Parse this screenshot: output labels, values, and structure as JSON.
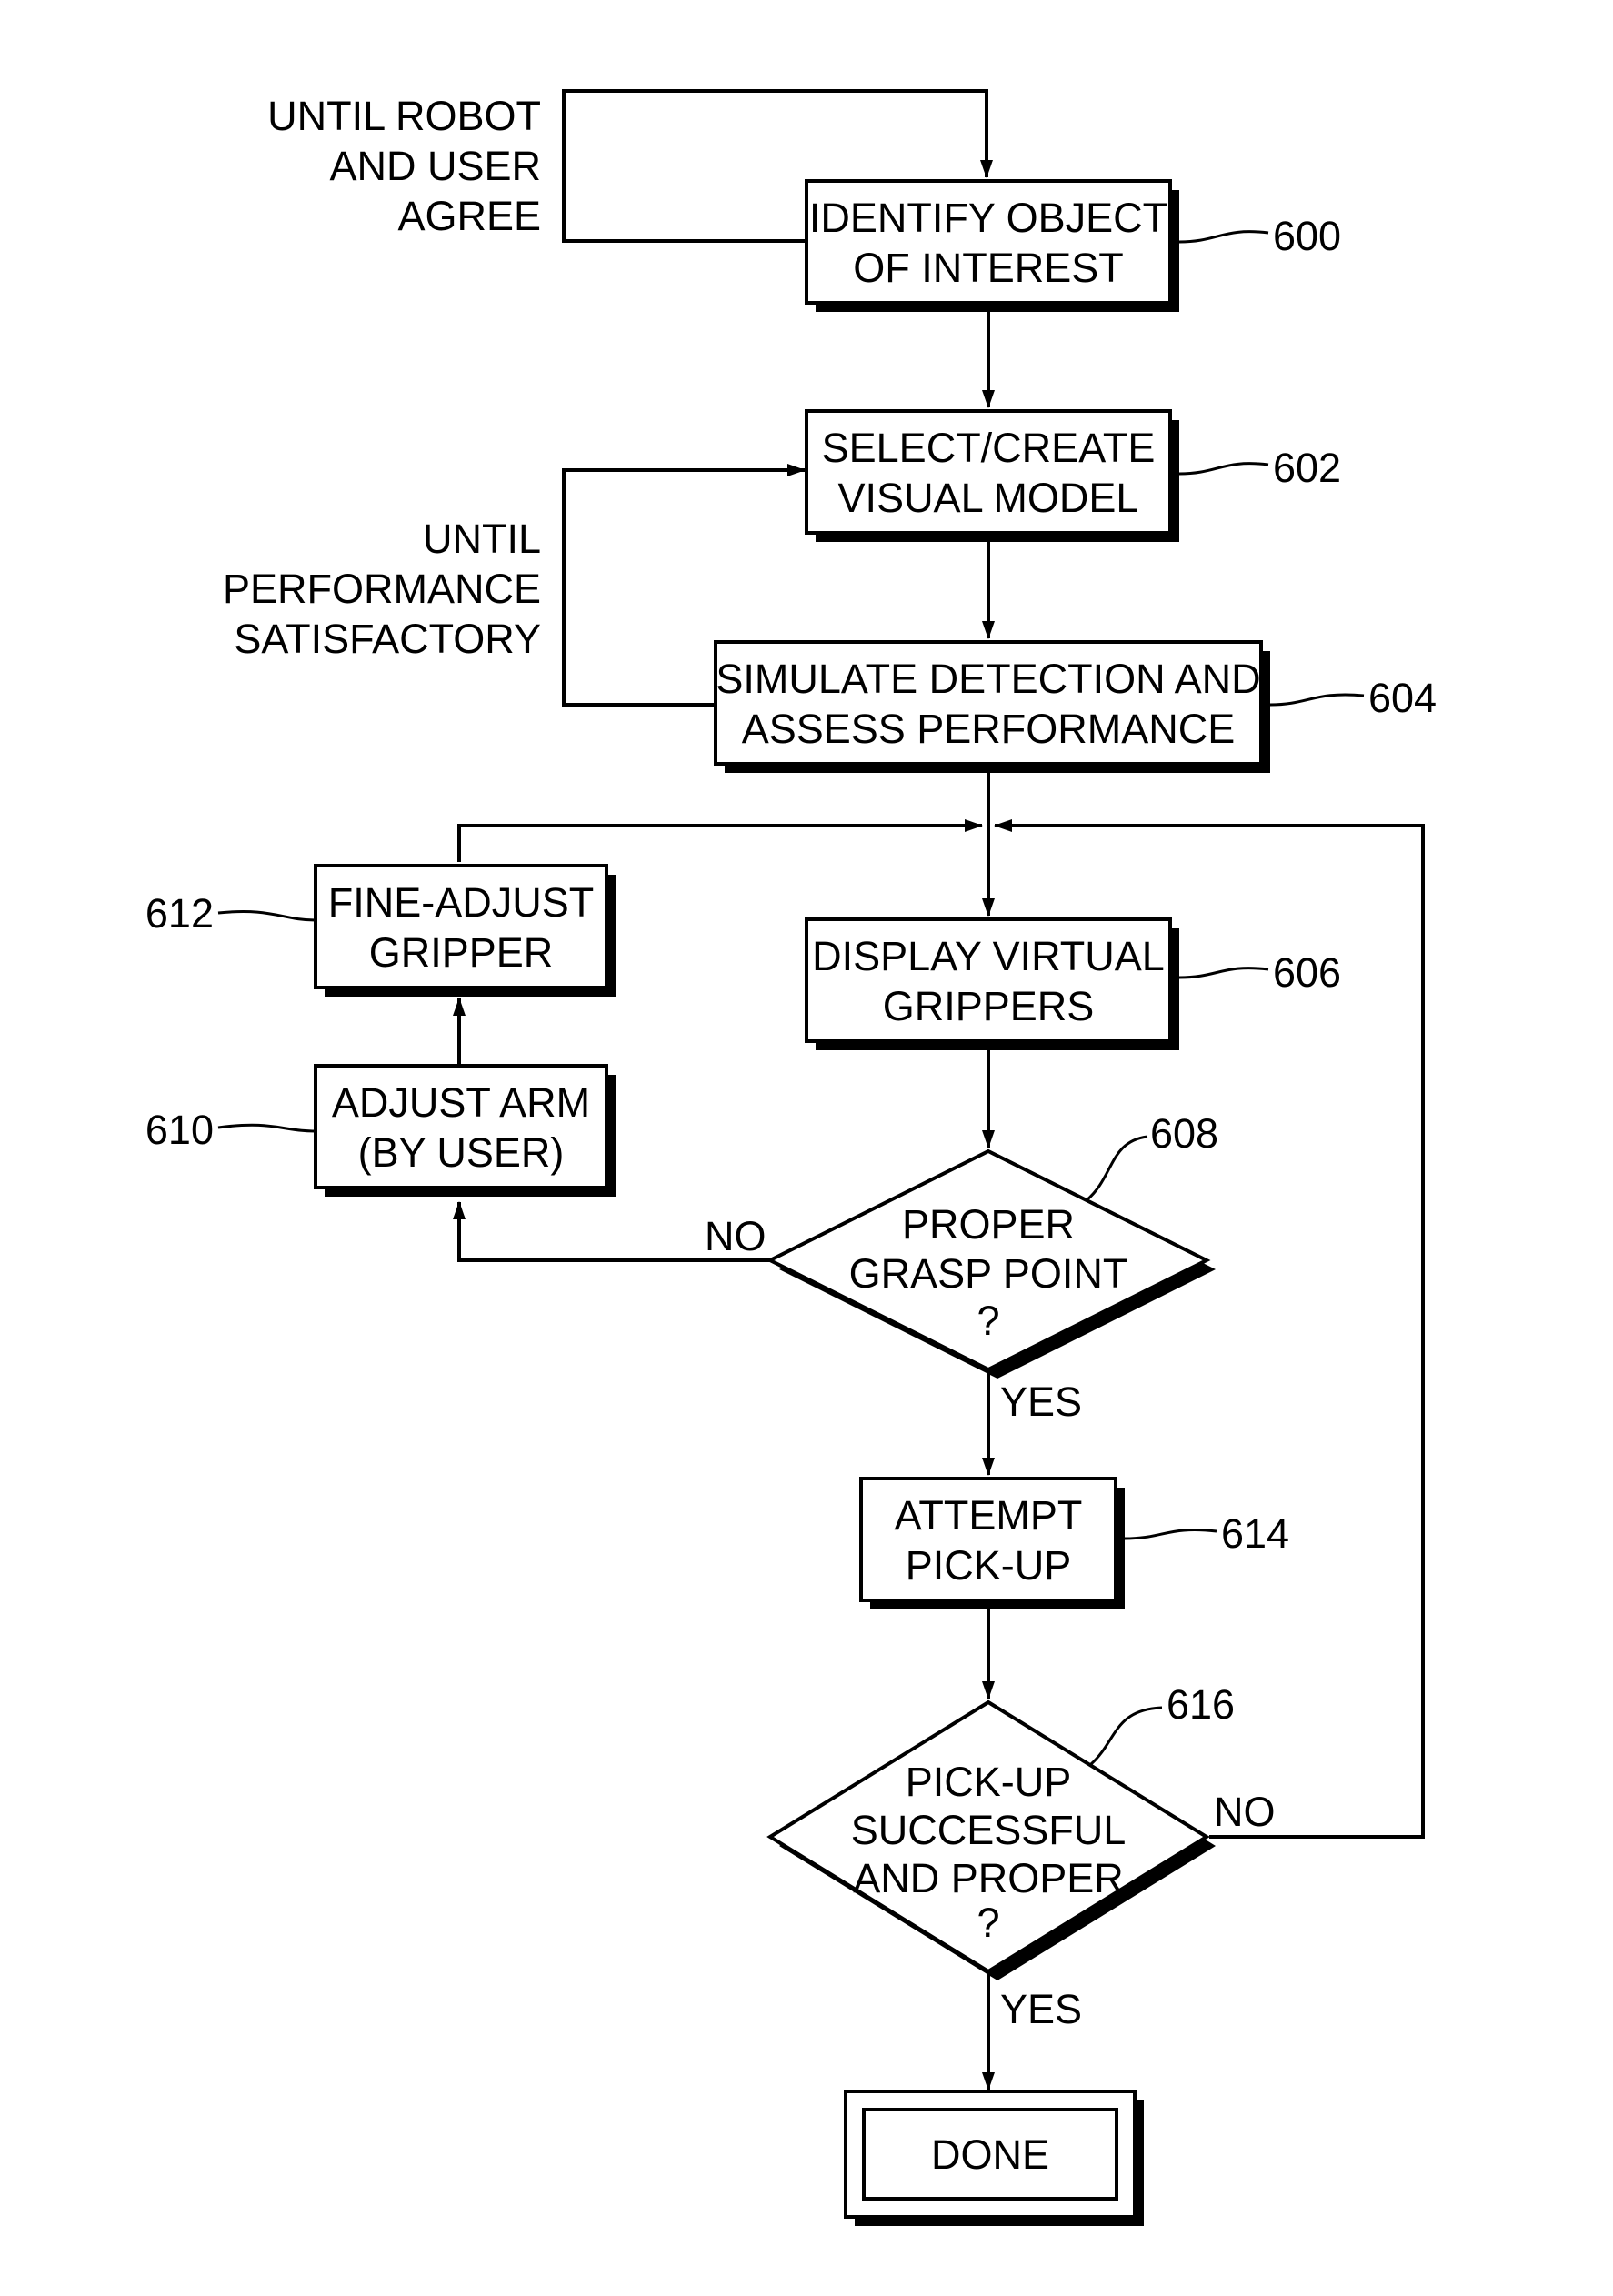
{
  "nodes": {
    "identify": {
      "line1": "IDENTIFY OBJECT",
      "line2": "OF INTEREST",
      "ref": "600"
    },
    "select": {
      "line1": "SELECT/CREATE",
      "line2": "VISUAL MODEL",
      "ref": "602"
    },
    "simulate": {
      "line1": "SIMULATE DETECTION AND",
      "line2": "ASSESS PERFORMANCE",
      "ref": "604"
    },
    "display": {
      "line1": "DISPLAY VIRTUAL",
      "line2": "GRIPPERS",
      "ref": "606"
    },
    "grasp": {
      "line1": "PROPER",
      "line2": "GRASP POINT",
      "line3": "?",
      "ref": "608"
    },
    "adjust_arm": {
      "line1": "ADJUST ARM",
      "line2": "(BY USER)",
      "ref": "610"
    },
    "fine_adjust": {
      "line1": "FINE-ADJUST",
      "line2": "GRIPPER",
      "ref": "612"
    },
    "attempt": {
      "line1": "ATTEMPT",
      "line2": "PICK-UP",
      "ref": "614"
    },
    "pickup": {
      "line1": "PICK-UP",
      "line2": "SUCCESSFUL",
      "line3": "AND PROPER",
      "line4": "?",
      "ref": "616"
    },
    "done": {
      "label": "DONE"
    }
  },
  "loops": {
    "robot_user": {
      "line1": "UNTIL ROBOT",
      "line2": "AND USER",
      "line3": "AGREE"
    },
    "performance": {
      "line1": "UNTIL",
      "line2": "PERFORMANCE",
      "line3": "SATISFACTORY"
    }
  },
  "edge_labels": {
    "grasp_no": "NO",
    "grasp_yes": "YES",
    "pickup_no": "NO",
    "pickup_yes": "YES"
  }
}
